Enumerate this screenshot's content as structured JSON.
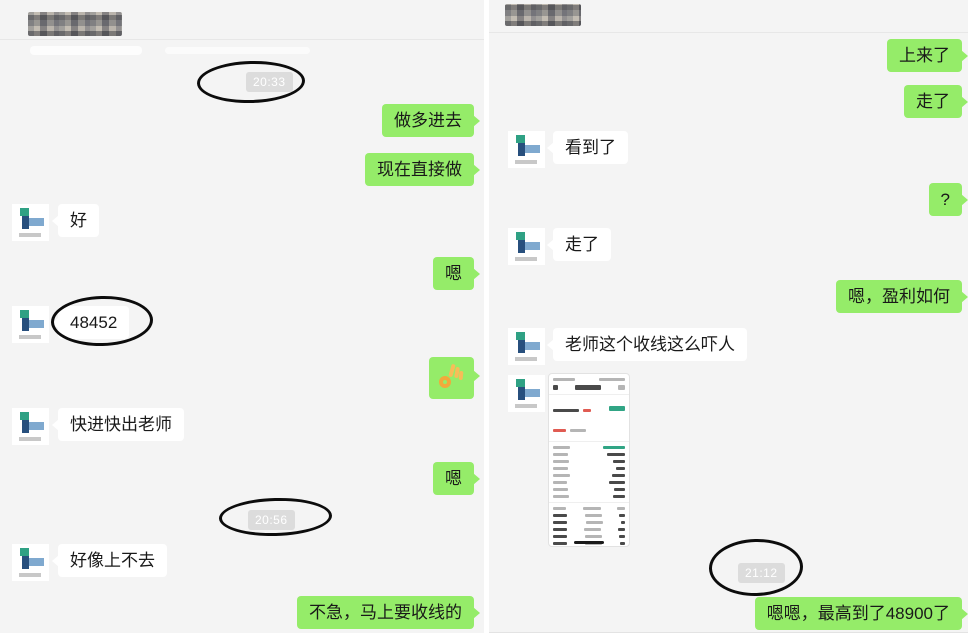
{
  "colors": {
    "bubble_green": "#95ec69",
    "panel_background": "#f4f4f4",
    "time_chip_background": "#dcdcdc",
    "annotation_stroke": "#0c0c0c"
  },
  "left_chat": {
    "title_redacted": true,
    "messages": [
      {
        "type": "timestamp",
        "text": "20:33",
        "annotated": true
      },
      {
        "type": "sent",
        "text": "做多进去"
      },
      {
        "type": "sent",
        "text": "现在直接做"
      },
      {
        "type": "received",
        "text": "好"
      },
      {
        "type": "sent",
        "text": "嗯"
      },
      {
        "type": "received",
        "text": "48452",
        "annotated": true
      },
      {
        "type": "sent",
        "emoji": "ok-hand"
      },
      {
        "type": "received",
        "text": "快进快出老师"
      },
      {
        "type": "sent",
        "text": "嗯"
      },
      {
        "type": "timestamp",
        "text": "20:56",
        "annotated": true
      },
      {
        "type": "received",
        "text": "好像上不去"
      },
      {
        "type": "sent",
        "text": "不急，马上要收线的"
      }
    ]
  },
  "right_chat": {
    "title_redacted": true,
    "messages": [
      {
        "type": "sent",
        "text": "上来了"
      },
      {
        "type": "sent",
        "text": "走了"
      },
      {
        "type": "received",
        "text": "看到了"
      },
      {
        "type": "sent",
        "text": "?"
      },
      {
        "type": "received",
        "text": "走了"
      },
      {
        "type": "sent",
        "text": "嗯，盈利如何"
      },
      {
        "type": "received",
        "text": "老师这个收线这么吓人"
      },
      {
        "type": "received",
        "image": "order-detail-screenshot"
      },
      {
        "type": "timestamp",
        "text": "21:12",
        "annotated": true
      },
      {
        "type": "sent",
        "text": "嗯嗯，最高到了48900了"
      }
    ]
  }
}
